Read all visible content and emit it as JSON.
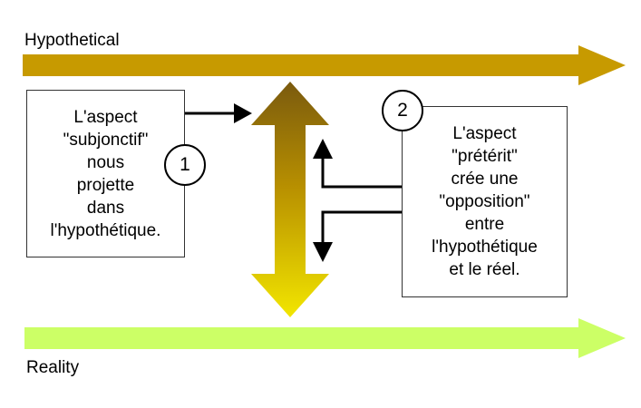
{
  "labels": {
    "top": "Hypothetical",
    "bottom": "Reality"
  },
  "box1": {
    "text": "L'aspect\n\"subjonctif\"\nnous\nprojette\ndans\nl'hypothétique.",
    "number": "1"
  },
  "box2": {
    "text": "L'aspect\n\"prétérit\"\ncrée une\n\"opposition\"\nentre\nl'hypothétique\net le réel.",
    "number": "2"
  },
  "colors": {
    "hypothetical_arrow": "#C79A00",
    "reality_arrow": "#CCFF66",
    "double_arrow_top": "#7A5A0E",
    "double_arrow_bottom": "#F2E600",
    "connector": "#000000"
  }
}
